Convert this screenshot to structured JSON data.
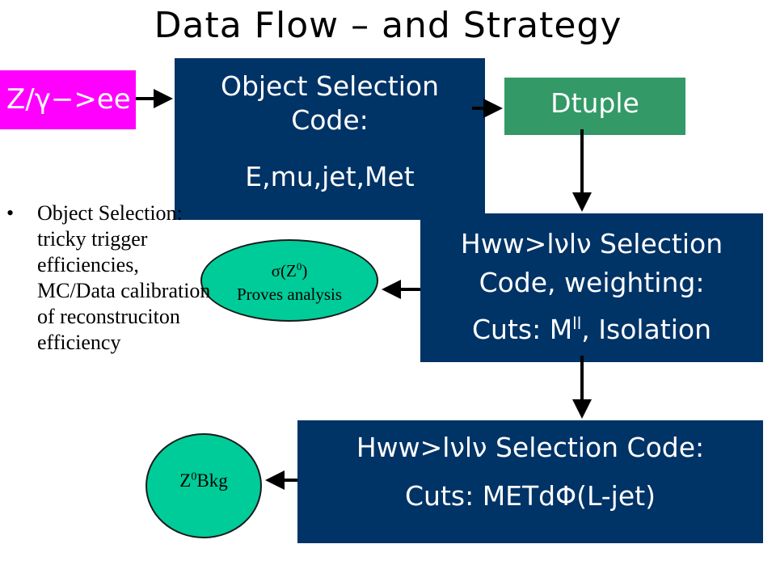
{
  "title": "Data Flow – and Strategy",
  "input_box": {
    "label": "Z/γ−>ee",
    "color": "#ff00ff"
  },
  "object_selection": {
    "line1": "Object Selection",
    "line2": "Code:",
    "line3": "E,mu,jet,Met"
  },
  "dtuple": {
    "label": "Dtuple",
    "color": "#339966"
  },
  "hww_selection_1": {
    "line1": "Hww>lνlν Selection",
    "line2": "Code, weighting:",
    "line3_prefix": "Cuts: M",
    "line3_sup": "ll",
    "line3_suffix": ", Isolation"
  },
  "hww_selection_2": {
    "line1": "Hww>lνlν Selection Code:",
    "line2": "Cuts: METdΦ(L-jet)"
  },
  "ellipse_sigma": {
    "line1_prefix": "σ(Z",
    "line1_sup": "0",
    "line1_suffix": ")",
    "line2": "Proves analysis"
  },
  "ellipse_bkg": {
    "prefix": "Z",
    "sup": "0",
    "suffix": "Bkg"
  },
  "bullet": {
    "marker": "•",
    "text": "Object Selection: tricky trigger efficiencies, MC/Data calibration of reconstruciton efficiency"
  },
  "colors": {
    "box": "#003366",
    "ellipse": "#00cc99"
  }
}
